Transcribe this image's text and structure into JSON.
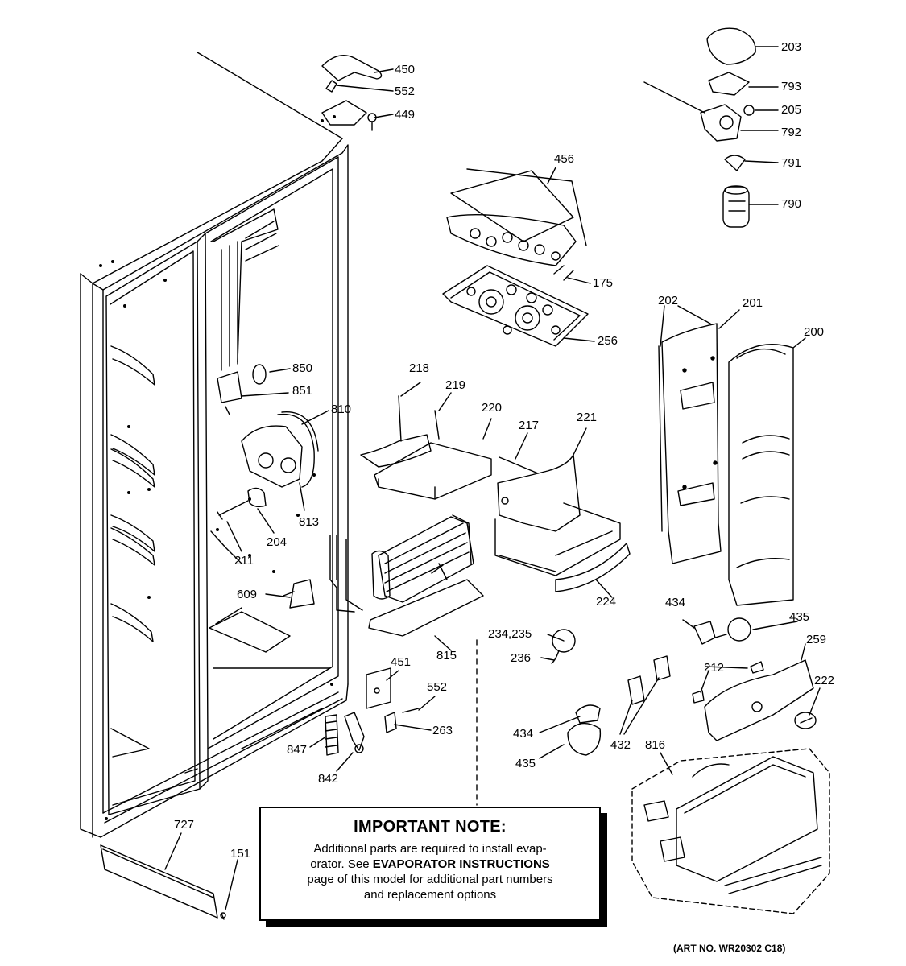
{
  "labels": {
    "p450": "450",
    "p552a": "552",
    "p449": "449",
    "p203": "203",
    "p793": "793",
    "p205": "205",
    "p792": "792",
    "p791": "791",
    "p790": "790",
    "p456": "456",
    "p175": "175",
    "p256": "256",
    "p202": "202",
    "p201": "201",
    "p200": "200",
    "p850": "850",
    "p851": "851",
    "p810": "810",
    "p813": "813",
    "p204": "204",
    "p211": "211",
    "p609": "609",
    "p218": "218",
    "p219": "219",
    "p220": "220",
    "p217": "217",
    "p221": "221",
    "p224": "224",
    "p815": "815",
    "p434a": "434",
    "p435a": "435",
    "p259": "259",
    "p234": "234,235",
    "p236": "236",
    "p451": "451",
    "p552b": "552",
    "p263": "263",
    "p212": "212",
    "p222": "222",
    "p434b": "434",
    "p435b": "435",
    "p432": "432",
    "p816": "816",
    "p847": "847",
    "p842": "842",
    "p727": "727",
    "p151": "151"
  },
  "note": {
    "title": "IMPORTANT NOTE:",
    "line1": "Additional parts are required to install evap-",
    "line2a": "orator.  See ",
    "line2b": "EVAPORATOR INSTRUCTIONS",
    "line3": "page of this model for additional part numbers",
    "line4": "and replacement options"
  },
  "art_number": "(ART NO. WR20302 C18)"
}
